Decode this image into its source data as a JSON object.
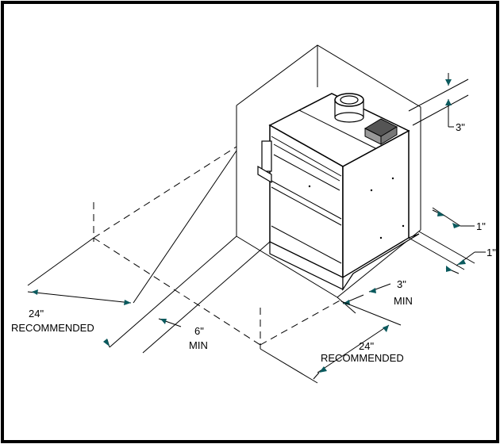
{
  "diagram": {
    "border_color": "#000000",
    "arrow_color": "#0b5a5e",
    "labels": {
      "top": "3\"",
      "side_upper": "1\"",
      "side_lower": "1\"",
      "front_value": "3\"",
      "front_min": "MIN",
      "right_value": "24\"",
      "right_rec": "RECOMMENDED",
      "left_value": "24\"",
      "left_rec": "RECOMMENDED",
      "mid_value": "6\"",
      "mid_min": "MIN"
    }
  }
}
